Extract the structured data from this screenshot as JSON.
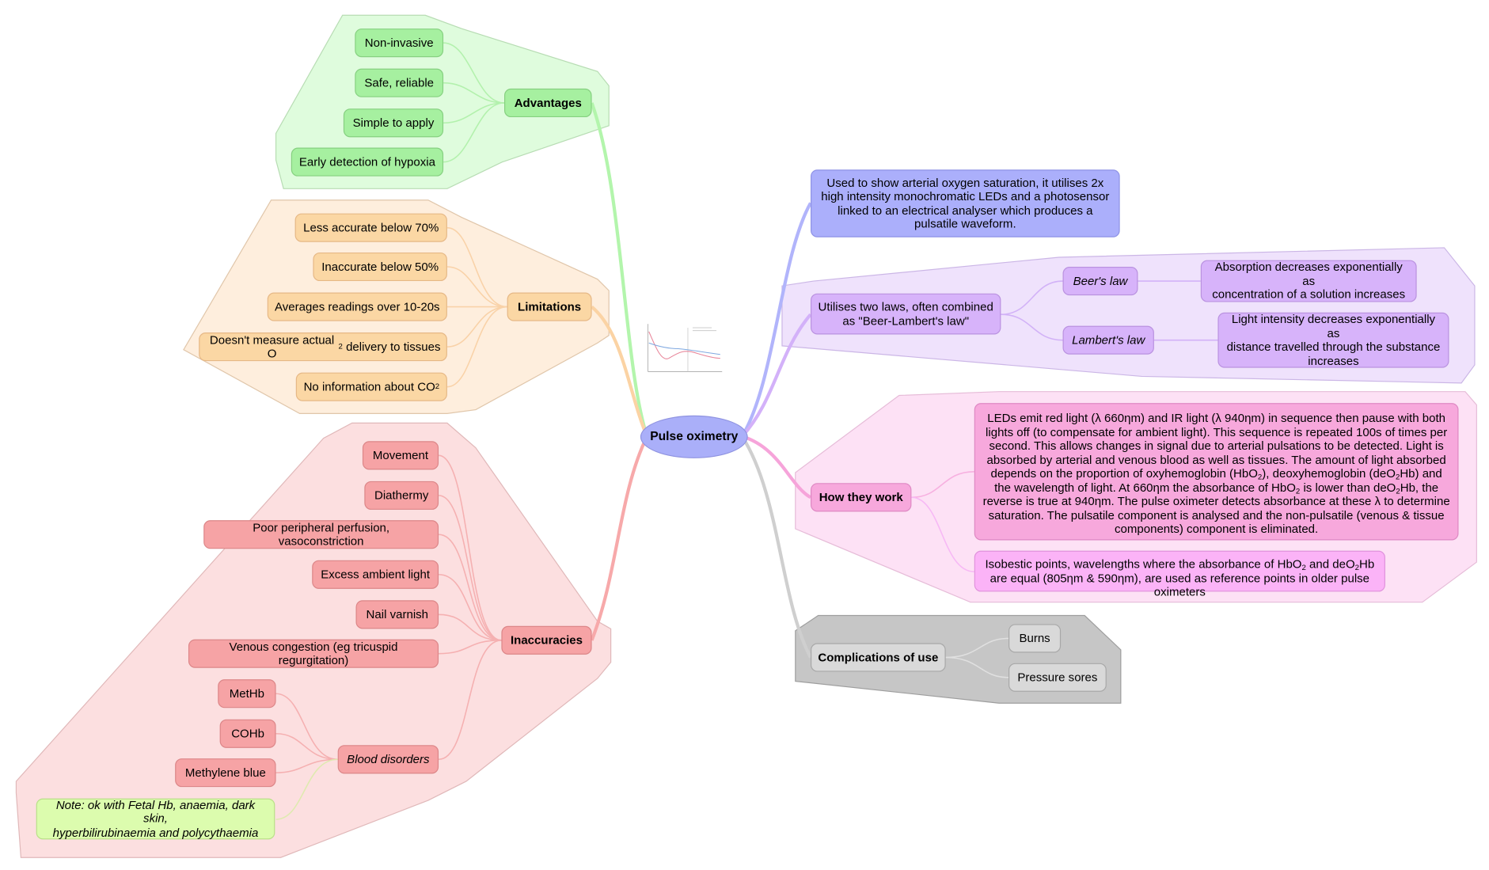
{
  "central": "Pulse oximetry",
  "advantages": {
    "label": "Advantages",
    "items": [
      "Non-invasive",
      "Safe, reliable",
      "Simple to apply",
      "Early detection of hypoxia"
    ]
  },
  "limitations": {
    "label": "Limitations",
    "items": [
      "Less accurate below 70%",
      "Inaccurate below 50%",
      "Averages readings over 10-20s"
    ],
    "delivery": {
      "pre": "Doesn't measure actual O",
      "sub": "2",
      "post": " delivery to tissues"
    },
    "co2": {
      "pre": "No information about CO",
      "sub": "2"
    }
  },
  "inaccuracies": {
    "label": "Inaccuracies",
    "items": [
      "Movement",
      "Diathermy",
      "Poor peripheral perfusion, vasoconstriction",
      "Excess ambient light",
      "Nail varnish",
      "Venous congestion (eg tricuspid regurgitation)"
    ],
    "blood_disorders": {
      "label": "Blood disorders",
      "items": [
        "MetHb",
        "COHb",
        "Methylene blue"
      ]
    },
    "note_line1": "Note: ok with Fetal Hb, anaemia, dark skin,",
    "note_line2": "hyperbilirubinaemia and polycythaemia"
  },
  "description": "Used to show arterial oxygen saturation, it utilises 2x high intensity monochromatic LEDs and a photosensor linked to an electrical analyser which produces a pulsatile waveform.",
  "laws": {
    "label_line1": "Utilises two laws, often combined",
    "label_line2": "as \"Beer-Lambert's law\"",
    "beer": "Beer's law",
    "beer_desc_line1": "Absorption decreases exponentially as",
    "beer_desc_line2": "concentration of a solution increases",
    "lambert": "Lambert's law",
    "lambert_desc_line1": "Light intensity decreases exponentially as",
    "lambert_desc_line2": "distance travelled through the substance",
    "lambert_desc_line3": "increases"
  },
  "how": {
    "label": "How they work",
    "p1": "LEDs emit red light (λ 660ηm) and IR light (λ 940ηm) in sequence then pause with both lights off (to compensate for ambient light). This sequence is repeated 100s of times per second. This allows changes in signal due to arterial pulsations to be detected. Light is absorbed by arterial and venous blood as well as tissues. The amount of light absorbed depends on the proportion of oxyhemoglobin (HbO",
    "p1_sub": "2",
    "p2": "), deoxyhemoglobin (deO",
    "p2_sub": "2",
    "p3": "Hb) and the wavelength of light. At 660ηm the absorbance of HbO",
    "p3_sub": "2",
    "p4": " is lower than deO",
    "p4_sub": "2",
    "p5": "Hb, the reverse is true at 940ηm. The pulse oximeter detects absorbance at these λ to determine saturation. The pulsatile component is analysed and the non-pulsatile (venous & tissue components) component is eliminated.",
    "iso1": "Isobestic points, wavelengths where the absorbance of HbO",
    "iso1_sub": "2",
    "iso2": " and deO",
    "iso2_sub": "2",
    "iso3": "Hb are equal (805ηm & 590ηm), are used as reference points in older pulse oximeters"
  },
  "complications": {
    "label": "Complications of use",
    "items": [
      "Burns",
      "Pressure sores"
    ]
  },
  "colors": {
    "advantages": "#a6f0a0",
    "limitations": "#fbd7a4",
    "inaccuracies": "#f6a3a5",
    "description": "#abaffb",
    "laws": "#d7b3fa",
    "how": "#f7a8dc",
    "complications": "#d9d9d9"
  },
  "icons": {
    "thumbnail": "absorption-spectrum-chart-icon"
  }
}
